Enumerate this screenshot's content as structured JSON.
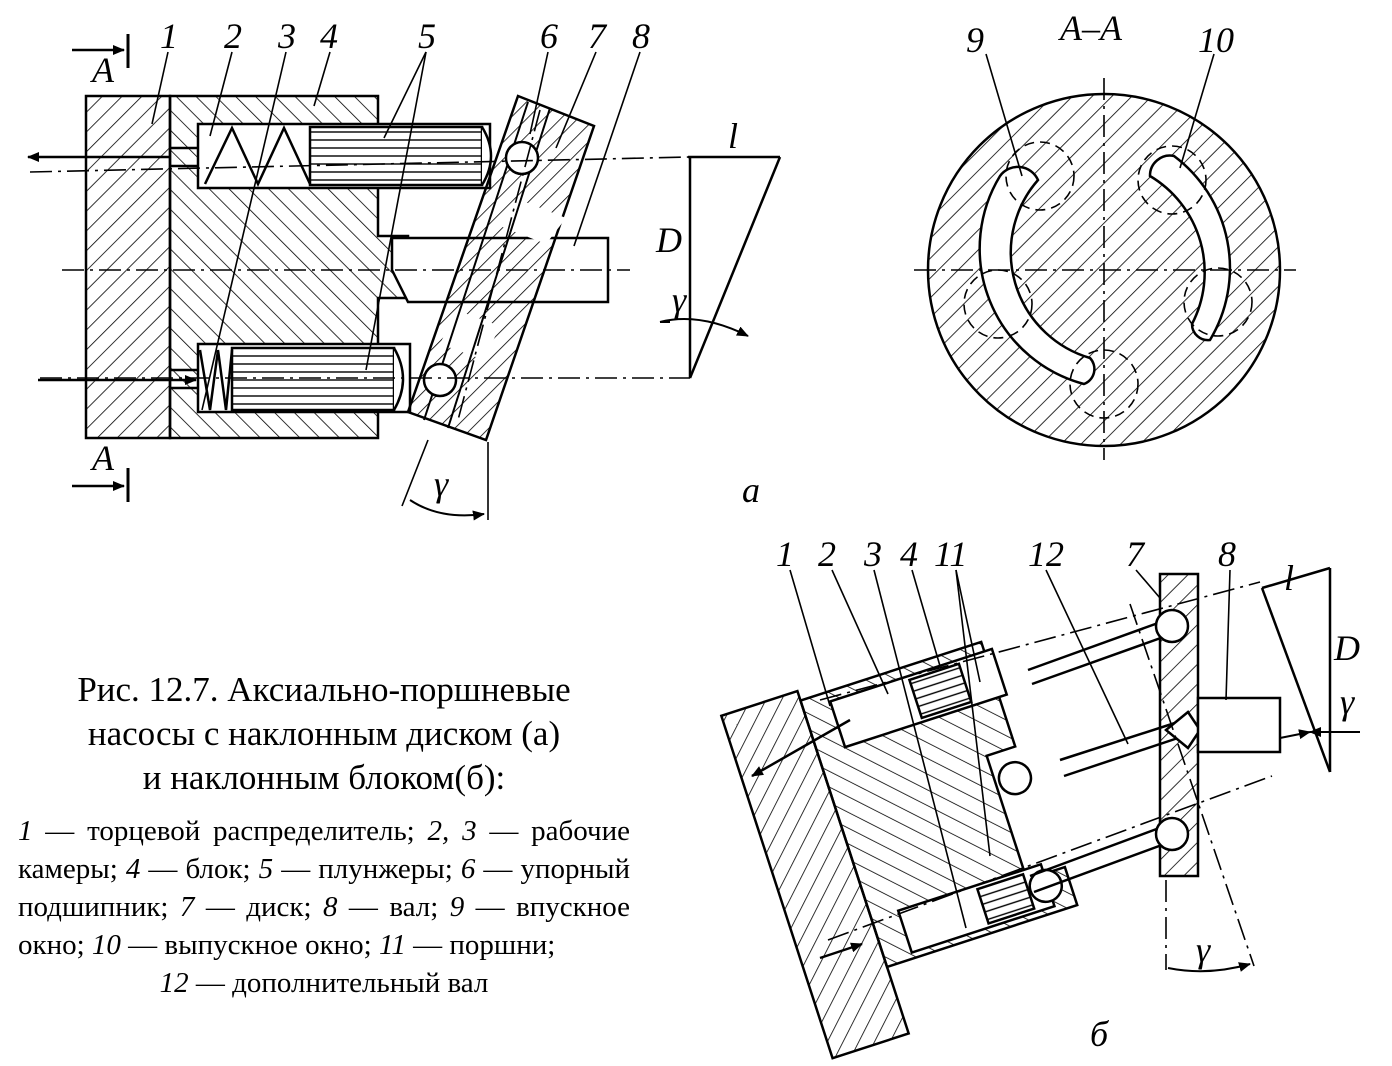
{
  "view_a": {
    "part_labels": [
      "1",
      "2",
      "3",
      "4",
      "5",
      "6",
      "7",
      "8"
    ],
    "section_mark": "A",
    "dim_l": "l",
    "dim_D": "D",
    "angle": "γ",
    "view_letter": "а"
  },
  "section": {
    "title": "А–А",
    "label_9": "9",
    "label_10": "10"
  },
  "view_b": {
    "part_labels": [
      "1",
      "2",
      "3",
      "4",
      "11",
      "12",
      "7",
      "8"
    ],
    "dim_l": "l",
    "dim_D": "D",
    "angle": "γ",
    "view_letter": "б"
  },
  "caption": {
    "line1": "Рис. 12.7. Аксиально-поршневые",
    "line2": "насосы с наклонным диском (а)",
    "line3": "и наклонным блоком(б):",
    "legend": [
      {
        "n": "1",
        "t": " — торцевой распределитель; "
      },
      {
        "n": "2, 3",
        "t": " — рабочие камеры; "
      },
      {
        "n": "4",
        "t": " — блок; "
      },
      {
        "n": "5",
        "t": " — плунжеры; "
      },
      {
        "n": "6",
        "t": " — упорный подшипник; "
      },
      {
        "n": "7",
        "t": " — диск; "
      },
      {
        "n": "8",
        "t": " — вал; "
      },
      {
        "n": "9",
        "t": " — впускное окно; "
      },
      {
        "n": "10",
        "t": " — выпускное окно; "
      },
      {
        "n": "11",
        "t": " — поршни; "
      },
      {
        "n": "12",
        "t": " — дополнительный вал"
      }
    ]
  }
}
